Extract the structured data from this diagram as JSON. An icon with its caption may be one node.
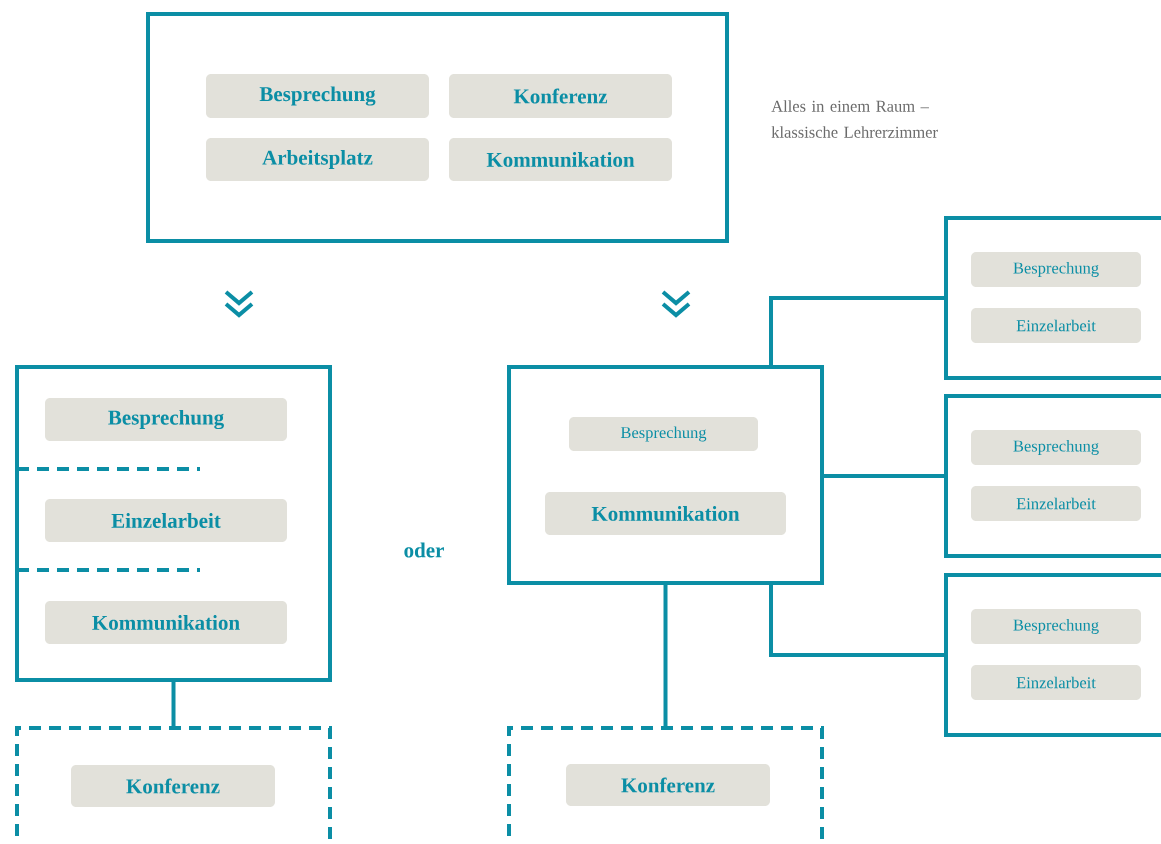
{
  "diagram": {
    "nodes": [
      {
        "text": [],
        "shape": "box"
      },
      {
        "text": [
          "Besprechung"
        ],
        "in": 0
      },
      {
        "text": [
          "Konferenz"
        ],
        "in": 0
      },
      {
        "text": [
          "Arbeitsplatz"
        ],
        "in": 0
      },
      {
        "text": [
          "Kommunikation"
        ],
        "in": 0
      },
      {
        "text": [],
        "shape": "box"
      },
      {
        "text": [
          "Besprechung"
        ],
        "in": 5
      },
      {
        "text": [
          "Einzelarbeit"
        ],
        "in": 5
      },
      {
        "text": [
          "Kommunikation"
        ],
        "in": 5
      },
      {
        "text": [],
        "shape": "box"
      },
      {
        "text": [
          "Konferenz"
        ],
        "in": 9
      },
      {
        "text": [],
        "shape": "box"
      },
      {
        "text": [
          "Besprechung"
        ],
        "in": 11
      },
      {
        "text": [
          "Kommunikation"
        ],
        "in": 11
      },
      {
        "text": [],
        "shape": "box"
      },
      {
        "text": [
          "Konferenz"
        ],
        "in": 14
      },
      {
        "text": [],
        "shape": "box"
      },
      {
        "text": [
          "Besprechung"
        ],
        "in": 16
      },
      {
        "text": [
          "Einzelarbeit"
        ],
        "in": 16
      },
      {
        "text": [],
        "shape": "box"
      },
      {
        "text": [
          "Besprechung"
        ],
        "in": 19
      },
      {
        "text": [
          "Einzelarbeit"
        ],
        "in": 19
      },
      {
        "text": [],
        "shape": "box"
      },
      {
        "text": [
          "Besprechung"
        ],
        "in": 22
      },
      {
        "text": [
          "Einzelarbeit"
        ],
        "in": 22
      }
    ],
    "edges": [
      {
        "from": 5,
        "to": 9,
        "arrow": "none"
      },
      {
        "from": 11,
        "to": 14,
        "arrow": "none"
      },
      {
        "from": 11,
        "to": 16,
        "arrow": "none"
      },
      {
        "from": 11,
        "to": 19,
        "arrow": "none"
      },
      {
        "from": 11,
        "to": 22,
        "arrow": "none"
      }
    ],
    "labels": [
      "Alles in einem Raum – klassische Lehrerzimmer",
      "oder"
    ]
  }
}
